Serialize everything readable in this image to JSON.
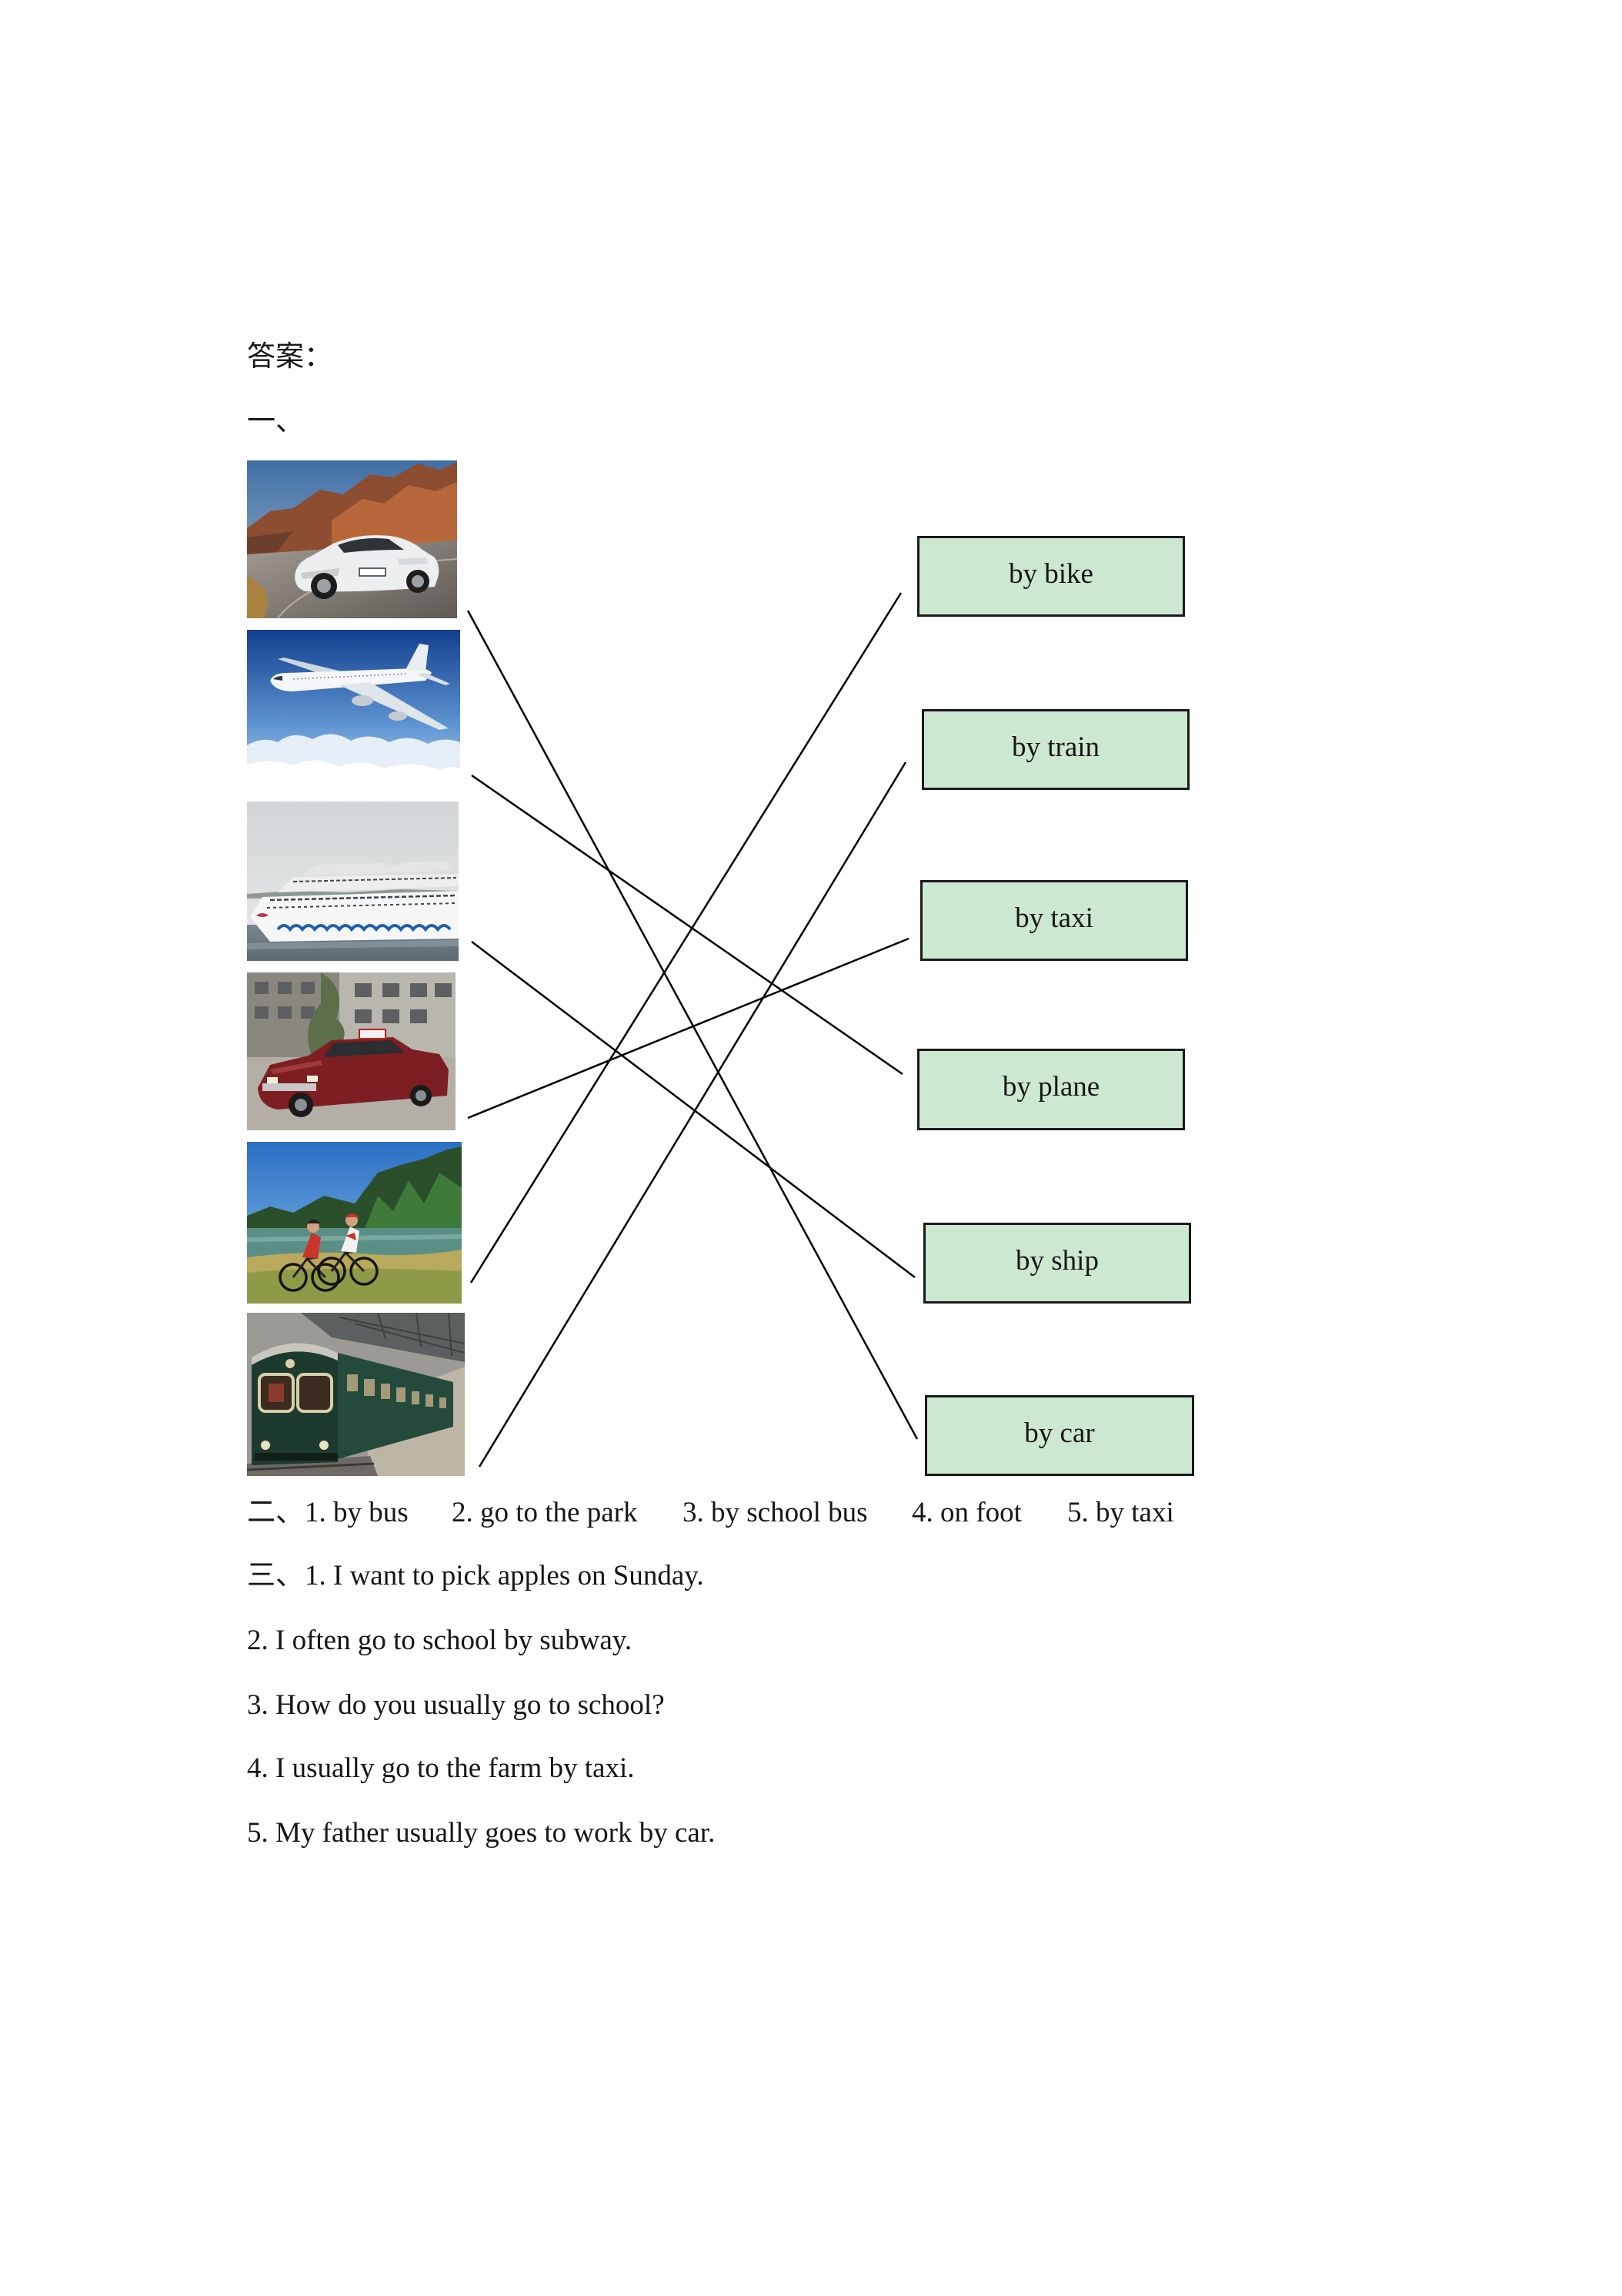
{
  "heading": "答案：",
  "part1": {
    "label": "一、",
    "options": [
      "by bike",
      "by train",
      "by taxi",
      "by plane",
      "by ship",
      "by car"
    ],
    "matches": [
      [
        0,
        5
      ],
      [
        1,
        3
      ],
      [
        2,
        4
      ],
      [
        3,
        2
      ],
      [
        4,
        0
      ],
      [
        5,
        1
      ]
    ]
  },
  "part2": {
    "label": "二、",
    "answers": [
      "1. by bus",
      "2. go to the park",
      "3. by school bus",
      "4. on foot",
      "5. by taxi"
    ]
  },
  "part3": {
    "label": "三、",
    "answers": [
      "1. I want to pick apples on Sunday.",
      "2. I often go to school by subway.",
      "3. How do you usually go to school?",
      "4. I usually go to the farm by taxi.",
      "5. My father usually goes to work by car."
    ]
  },
  "colors": {
    "option_fill": "#cde8d0",
    "option_border": "#1a1a1a",
    "match_line": "#000000"
  }
}
